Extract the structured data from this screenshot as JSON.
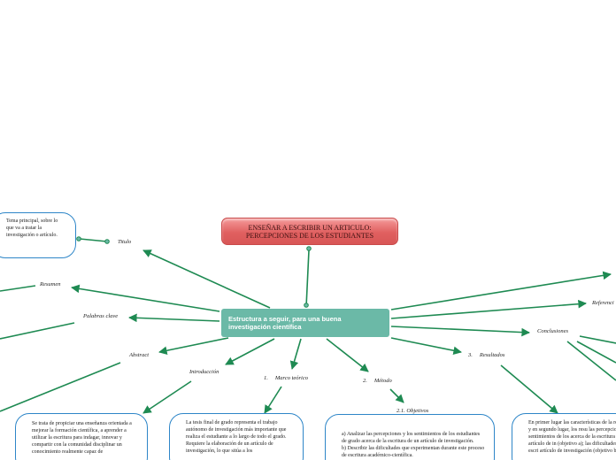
{
  "map": {
    "title": "ENSEÑAR A ESCRIBIR UN ARTICULO: PERCEPCIONES DE LOS ESTUDIANTES",
    "central": "Estructura a seguir, para una buena investigación científica",
    "topics": {
      "titulo": "Titulo",
      "resumen": "Resumen",
      "palabras_clave": "Palabras clave",
      "abstract": "Abstract",
      "introduccion": "Introducción",
      "marco_teorico_num": "1.",
      "marco_teorico": "Marco teórico",
      "metodo_num": "2.",
      "metodo": "Método",
      "objetivos": "2.1. Objetivos",
      "resultados_num": "3.",
      "resultados": "Resultados",
      "conclusiones": "Conclusiones",
      "referencias": "Referenci"
    },
    "notes": {
      "titulo": "Tema principal, sobre lo que va a tratar la investigación o artículo.",
      "abstract": "Se trata de propiciar una enseñanza orientada a mejorar la formación científica, a aprender a utilizar la escritura para indagar, innovar y compartir con la comunidad disciplinar un conocimiento realmente capaz de",
      "marco_teorico": "La tesis final de grado representa el trabajo autónomo de investigación más importante que realiza el estudiante a lo largo de todo el grado. Requiere la elaboración de un artículo de investigación, lo que sitúa a los",
      "objetivos": "a) Analizar las percepciones y los sentimientos de los estudiantes de grado acerca de la escritura de un artículo de investigación.\nb) Describir las dificultades que experimentan durante este proceso de escritura académico-científica.",
      "resultados": "En primer lugar las características de la realizada, y en segundo lugar, los resu las percepciones y sentimientos de los acerca de la escritura del artículo de in (objetivo a); las dificultades en la escri artículo de investigación (objetivo b"
    },
    "colors": {
      "edge": "#1e8a52",
      "central_fill": "#6bb9a7",
      "title_fill": "#e06060",
      "bubble_border": "#2e86c8"
    }
  }
}
